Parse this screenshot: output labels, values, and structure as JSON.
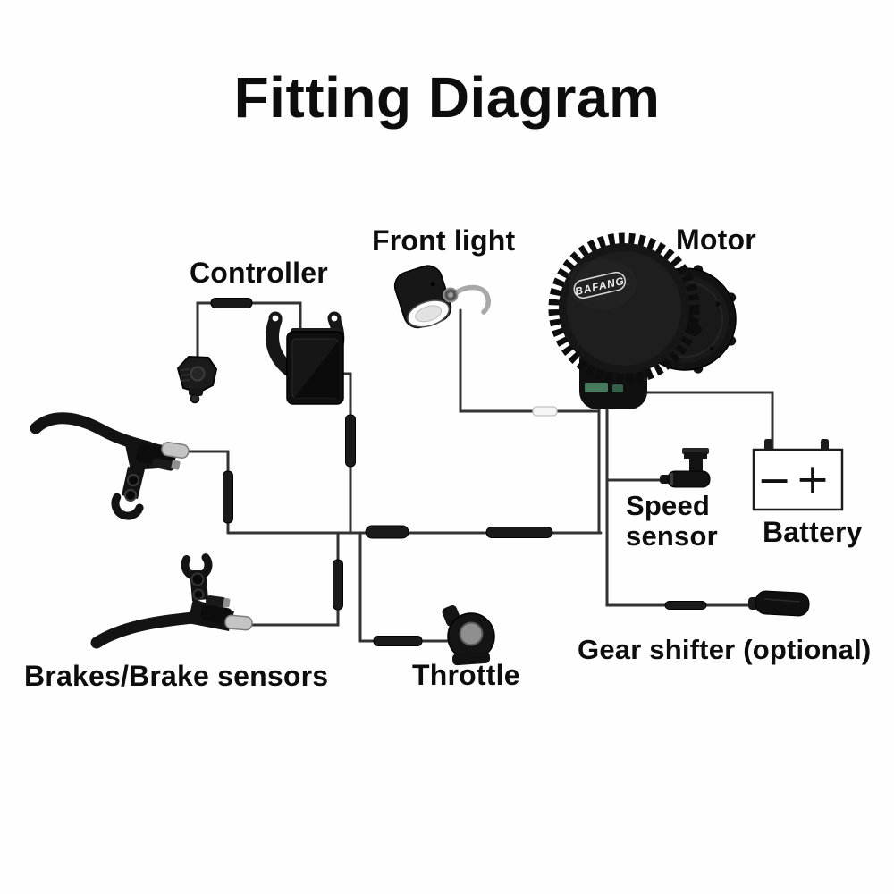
{
  "page": {
    "title": "Fitting Diagram"
  },
  "colors": {
    "background": "#fefefe",
    "wire": "#333333",
    "connector_dark": "#1a1a1a",
    "connector_white": "#f5f5f5",
    "component_black": "#141414",
    "text": "#0d0d0d",
    "motor_port_green": "#47795c"
  },
  "components": {
    "controller": {
      "label": "Controller"
    },
    "front_light": {
      "label": "Front light"
    },
    "motor": {
      "label": "Motor",
      "brand": "BAFANG"
    },
    "speed_sensor": {
      "label": "Speed sensor"
    },
    "battery": {
      "label": "Battery",
      "minus_symbol": "−",
      "plus_symbol": "+"
    },
    "brakes": {
      "label": "Brakes/Brake sensors"
    },
    "throttle": {
      "label": "Throttle"
    },
    "gear_shifter": {
      "label": "Gear shifter (optional)"
    }
  }
}
